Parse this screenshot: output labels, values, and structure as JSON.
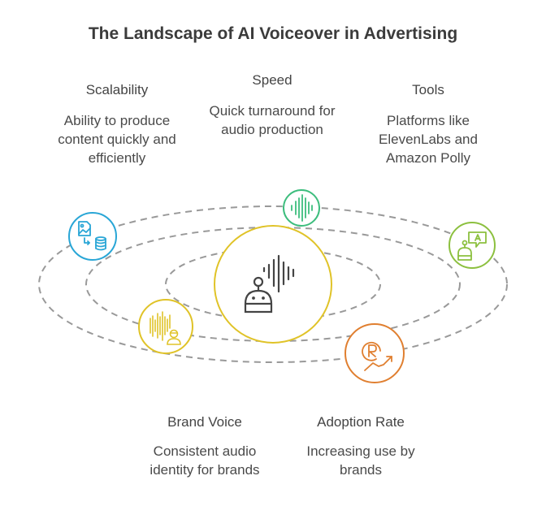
{
  "title": "The Landscape of AI Voiceover in Advertising",
  "center": {
    "icon": "robot-voice-icon",
    "color": "#e0c328"
  },
  "items": [
    {
      "key": "scalability",
      "label": "Scalability",
      "description": "Ability to produce content quickly and efficiently",
      "icon": "image-to-database-icon",
      "color": "#29a6d6"
    },
    {
      "key": "speed",
      "label": "Speed",
      "description": "Quick turnaround for audio production",
      "icon": "sound-wave-icon",
      "color": "#3dbd7d"
    },
    {
      "key": "tools",
      "label": "Tools",
      "description": "Platforms like ElevenLabs and Amazon Polly",
      "icon": "robot-chat-icon",
      "color": "#8cc03f"
    },
    {
      "key": "brand_voice",
      "label": "Brand Voice",
      "description": "Consistent audio identity for brands",
      "icon": "voice-person-icon",
      "color": "#e0c328"
    },
    {
      "key": "adoption_rate",
      "label": "Adoption Rate",
      "description": "Increasing use by brands",
      "icon": "brand-growth-icon",
      "color": "#e07f30"
    }
  ]
}
